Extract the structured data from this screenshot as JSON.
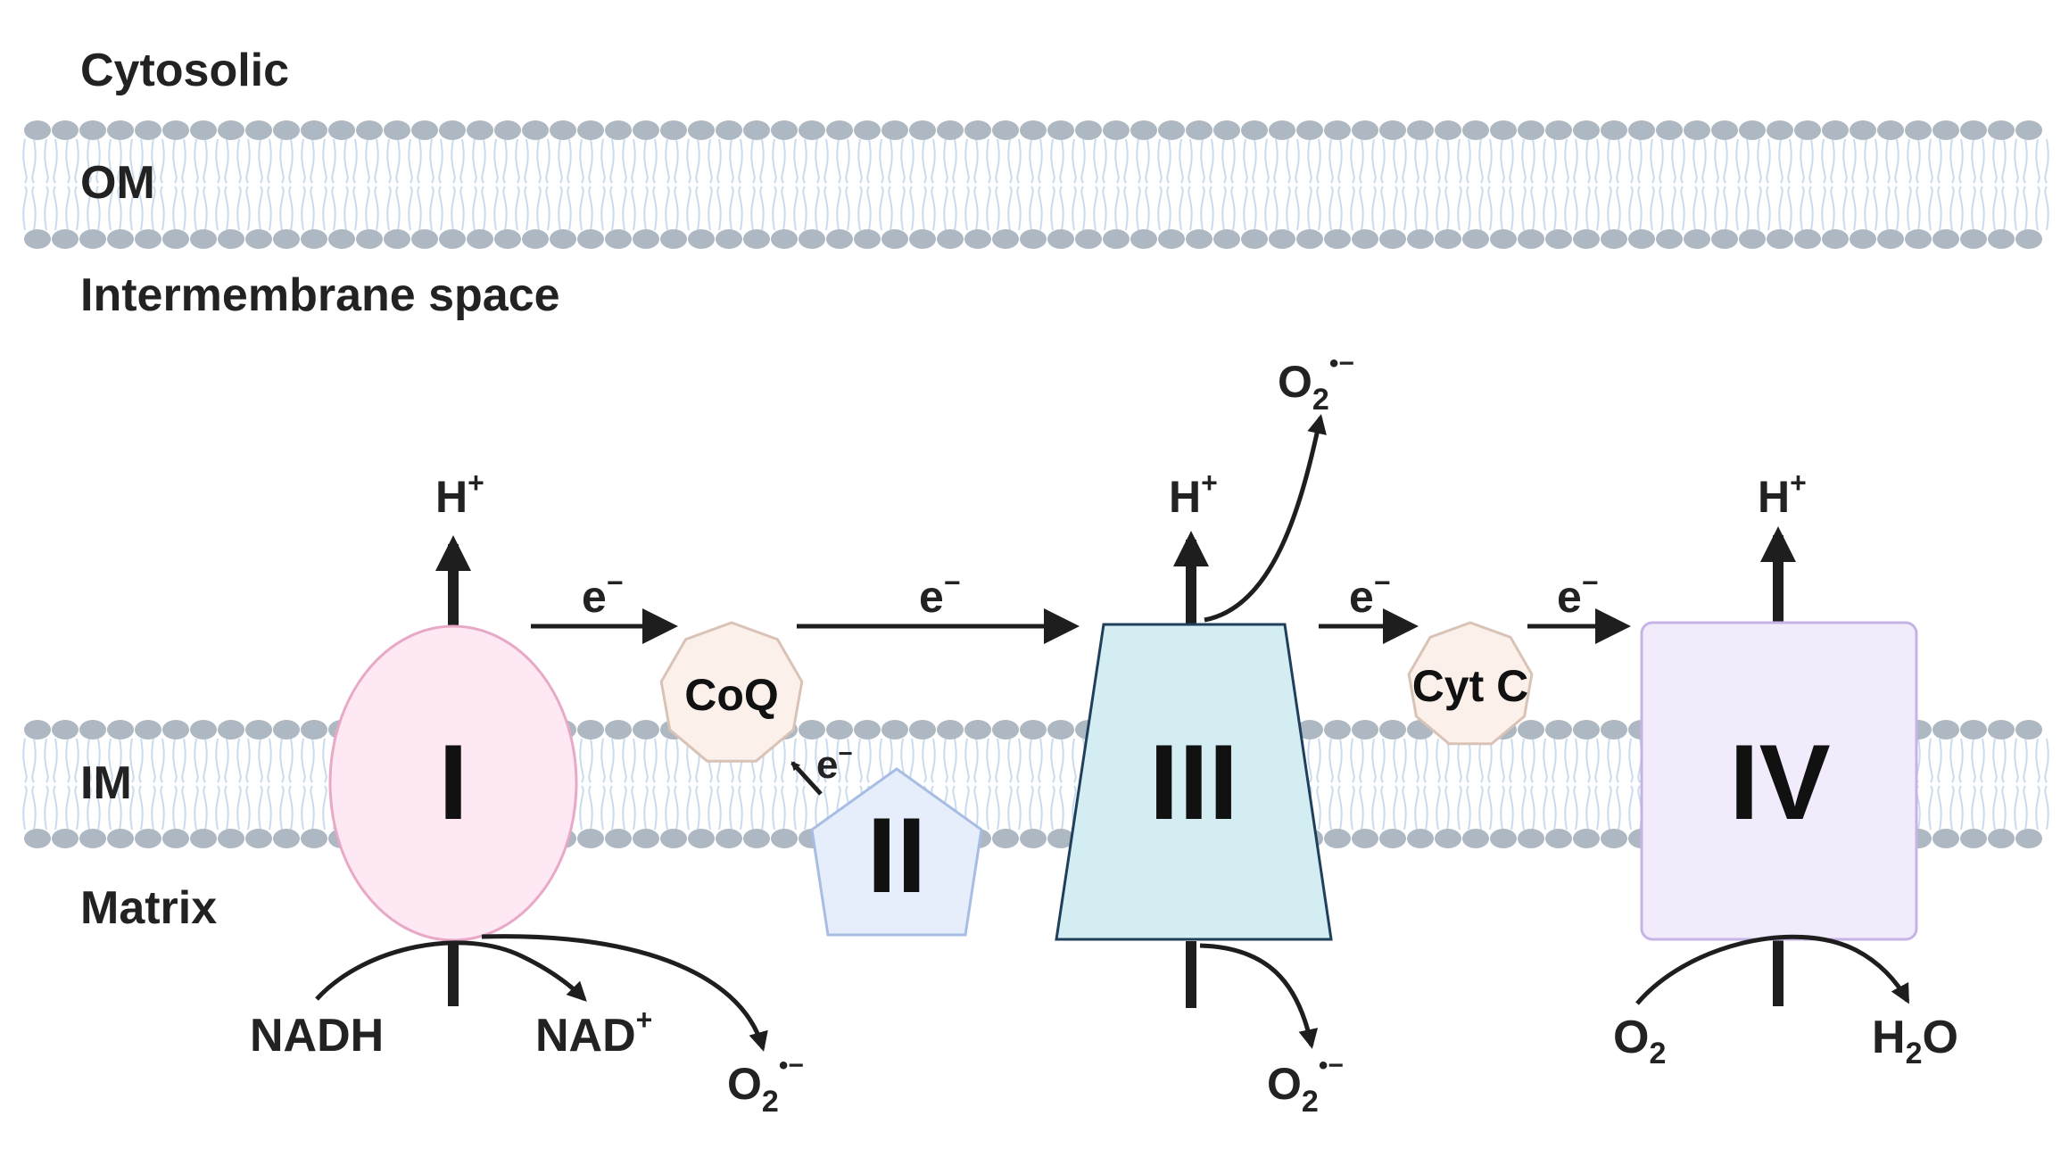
{
  "regions": {
    "cytosolic": "Cytosolic",
    "om": "OM",
    "intermembrane": "Intermembrane space",
    "im": "IM",
    "matrix": "Matrix"
  },
  "complexes": {
    "c1": "I",
    "c2": "II",
    "c3": "III",
    "c4": "IV"
  },
  "carriers": {
    "coq": "CoQ",
    "cytc": "Cyt C"
  },
  "species": {
    "proton_base": "H",
    "proton_sup": "+",
    "electron_base": "e",
    "electron_sup": "−",
    "nadh": "NADH",
    "nad_base": "NAD",
    "nad_sup": "+",
    "o2_base": "O",
    "o2_sub": "2",
    "superoxide_sup": "•−",
    "h2o_h": "H",
    "h2o_sub": "2",
    "h2o_o": "O"
  },
  "colors": {
    "membrane_head": "#aeb8c3",
    "membrane_tail": "#c9dcef",
    "complex1_fill": "#fde8f4",
    "complex1_stroke": "#e8a9c6",
    "complex2_fill": "#e6eefb",
    "complex2_stroke": "#a8bde3",
    "complex3_fill": "#d4edf3",
    "complex3_stroke": "#1f3f5b",
    "complex4_fill": "#f1ebfb",
    "complex4_stroke": "#c7b4e4",
    "carrier_fill": "#fbf1ea",
    "carrier_stroke": "#d9c2b6"
  }
}
